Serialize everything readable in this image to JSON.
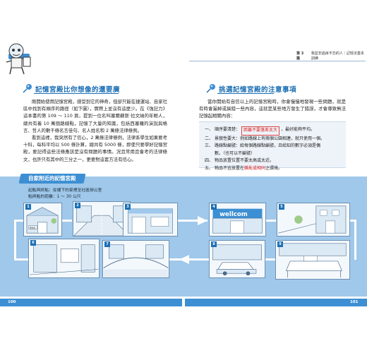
{
  "chapter": {
    "number": "第 3 篇",
    "title": "我並非過目不忘的人｜記憶法基本訓練"
  },
  "left_section": {
    "heading": "記憶宮殿比你想像的還要廣",
    "paragraphs": [
      "剛開始使用記憶宮殿，感受到它的神奇，但卻只能在捷運站、自家社區中找到有順序的路徑（如下圖），實際上並沒有這麼少。在《強記力》這本書的第 109 ～ 110 頁，提到一位名叫塞爾蘇斯·拉文納的年輕人，總共有着 10 萬個路線點，記憶了大量的知識，包括西塞羅的演說與格言、哲人的數千條名言佳句、名人姓名和 2 萬條法律條例。",
      "看到這裡，我突然有了信心，2 萬條法律條例，法律系學生如果要考十科，每科平均以 500 條計算，總共有 5000 條，即使只要學好記憶宮殿，要記得這些法條應該是沒有問題的事情。況且常用且會考的法律條文，也許只有其中的三分之一，更要對這套方法有信心。"
    ]
  },
  "right_section": {
    "heading": "挑選記憶宮殿的注意事項",
    "intro": "當你開始有自信以上的記憶宮殿時，你會慢慢地發現一些問題，就是有時會漏掉或搞錯一些內容，這就是某些地方發生了錯誤，才會導致無法記憶起相關內容：",
    "rules": [
      {
        "num": "一、",
        "before": "順序要清楚：",
        "highlight": "距離不要落差太大",
        "after": "，最好能夠平均。"
      },
      {
        "num": "二、",
        "before": "景貌性要大：例如路線上有兩個公園相連，就只使用一個。",
        "highlight": "",
        "after": ""
      },
      {
        "num": "三、",
        "before": "路線點編號：給每個路線點編號，且給知的數字必須是偶",
        "highlight": "",
        "after": ""
      },
      {
        "num": "",
        "before": "數。（也可以不編號）",
        "highlight": "",
        "after": ""
      },
      {
        "num": "四、",
        "before": "物品放置位置不要太高或太近。",
        "highlight": "",
        "after": ""
      },
      {
        "num": "五、",
        "before": "物品不宜放置在",
        "red": "雜亂或相同",
        "after": "之環境。"
      }
    ]
  },
  "route": {
    "label": "自家附近的記憶宮殿",
    "start": "起點與終點：從樓下的家裡至社區辦公室",
    "distance": "點與點的距離：1 ～ 30 公尺",
    "panels": [
      {
        "num": "1",
        "sign": "鎮社區"
      },
      {
        "num": "2"
      },
      {
        "num": "3"
      },
      {
        "num": "4",
        "sign": "wellcom"
      },
      {
        "num": "5"
      },
      {
        "num": "6"
      },
      {
        "num": "7"
      },
      {
        "num": "8"
      },
      {
        "num": "9"
      }
    ]
  },
  "footer": {
    "left_page": "100",
    "right_page": "101"
  },
  "colors": {
    "accent": "#1b6fb5",
    "band": "#9fc8ea",
    "highlight": "#d22222"
  }
}
